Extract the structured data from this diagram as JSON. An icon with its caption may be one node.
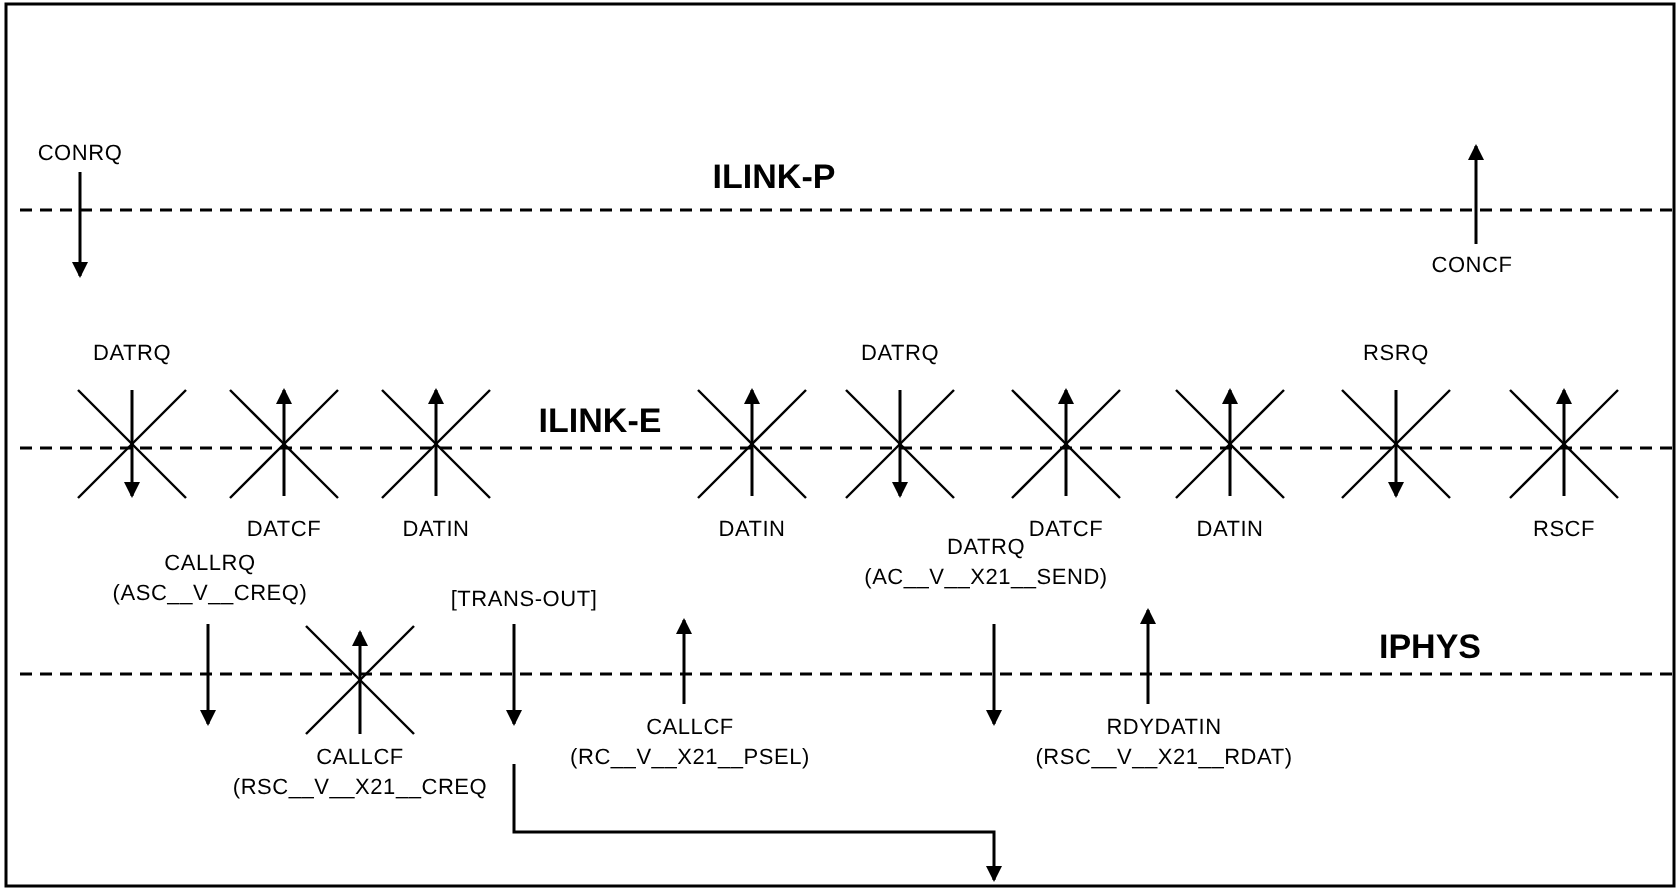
{
  "diagram": {
    "labels": [
      "CONRQ",
      "ILINK-P",
      "CONCF",
      "DATRQ",
      "DATRQ",
      "RSRQ",
      "ILINK-E",
      "DATCF",
      "DATIN",
      "DATIN",
      "DATCF",
      "DATIN",
      "RSCF",
      "CALLRQ",
      "(ASC__V__CREQ)",
      "DATRQ",
      "(AC__V__X21__SEND)",
      "[TRANS-OUT]",
      "IPHYS",
      "CALLCF",
      "RDYDATIN",
      "CALLCF",
      "(RC__V__X21__PSEL)",
      "(RSC__V__X21__RDAT)",
      "(RSC__V__X21__CREQ"
    ]
  }
}
